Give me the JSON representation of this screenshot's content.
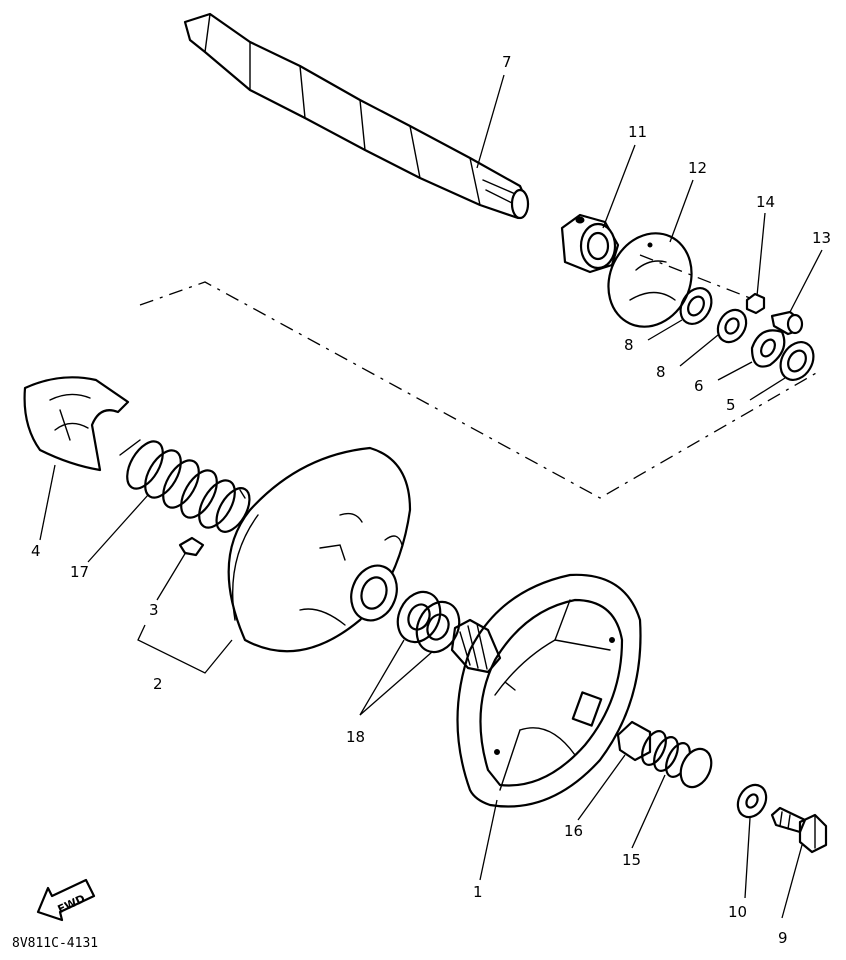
{
  "callouts": {
    "c1": "1",
    "c2": "2",
    "c3": "3",
    "c4": "4",
    "c5": "5",
    "c6": "6",
    "c7": "7",
    "c8a": "8",
    "c8b": "8",
    "c9": "9",
    "c10": "10",
    "c11": "11",
    "c12": "12",
    "c13": "13",
    "c14": "14",
    "c15": "15",
    "c16": "16",
    "c17": "17",
    "c18": "18"
  },
  "fwd_arrow": {
    "label": "FWD"
  },
  "drawing_code": "8V811C-4131"
}
